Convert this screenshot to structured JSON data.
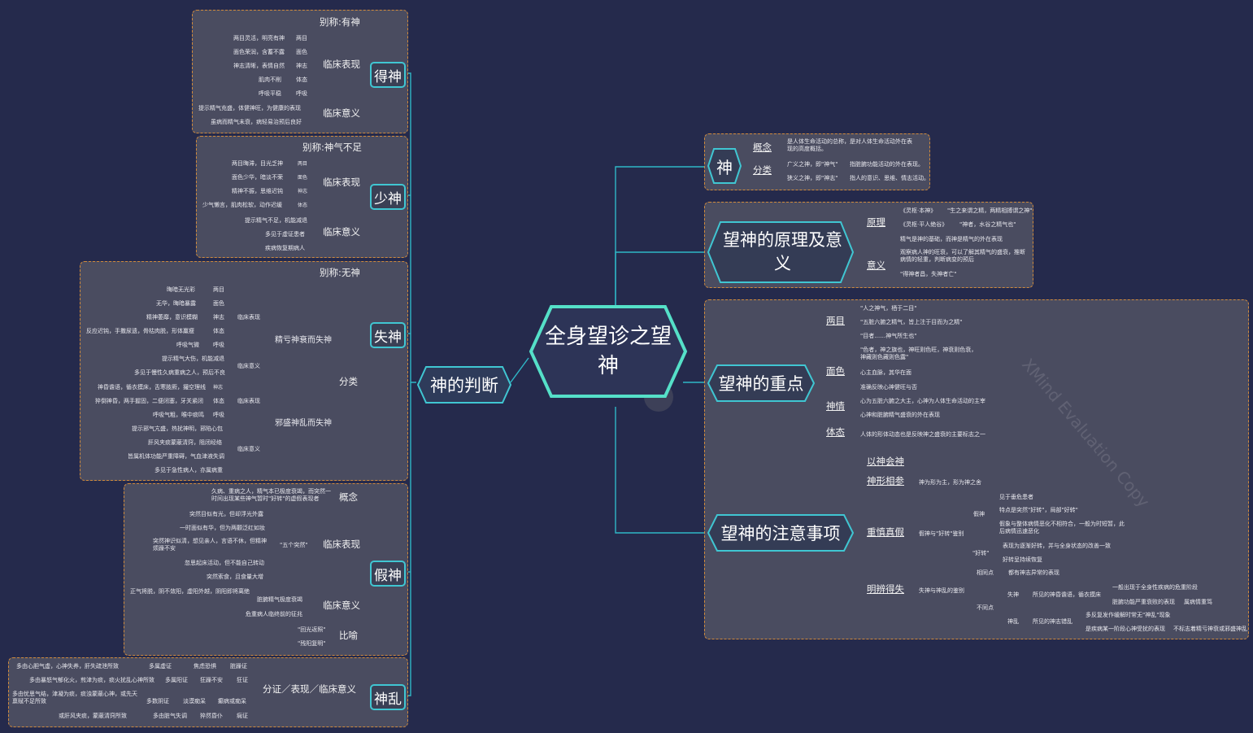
{
  "watermark": "XMind Evaluation Copy",
  "center": {
    "title": "全身望诊之望神"
  },
  "left": {
    "root": "神的判断",
    "de": {
      "label": "得神",
      "alias": "别称:有神",
      "clinical": "临床表现",
      "significance": "临床意义",
      "items": [
        {
          "text": "两目灵活，明亮有神",
          "tag": "两目"
        },
        {
          "text": "面色荣润，含蓄不露",
          "tag": "面色"
        },
        {
          "text": "神志清晰，表情自然",
          "tag": "神志"
        },
        {
          "text": "肌肉不削",
          "tag": "体态"
        },
        {
          "text": "呼吸平稳",
          "tag": "呼吸"
        }
      ],
      "sig1": "提示精气充盛，体健神旺，为健康的表现",
      "sig2": "虽病而精气未衰，病轻易治预后良好"
    },
    "shao": {
      "label": "少神",
      "alias": "别称:神气不足",
      "clinical": "临床表现",
      "significance": "临床意义",
      "items": [
        {
          "text": "两目晦滞，目光乏神",
          "tag": "两目"
        },
        {
          "text": "面色少华，暗淡不荣",
          "tag": "面色"
        },
        {
          "text": "精神不振，思维迟钝",
          "tag": "神志"
        },
        {
          "text": "少气懒言，肌肉松软，动作迟缓",
          "tag": "体态"
        }
      ],
      "sig1": "提示精气不足，机能减退",
      "sig2": "多见于虚证患者",
      "sig3": "疾病恢复期病人"
    },
    "shi": {
      "label": "失神",
      "alias": "别称:无神",
      "classify": "分类",
      "jingkui": "精亏神衰而失神",
      "xiesheng": "邪盛神乱而失神",
      "clinical": "临床表现",
      "significance": "临床意义",
      "jk_items": [
        {
          "text": "晦暗无光彩",
          "tag": "两目"
        },
        {
          "text": "无华，晦暗暴露",
          "tag": "面色"
        },
        {
          "text": "精神萎靡，意识模糊",
          "tag": "神志"
        },
        {
          "text": "反应迟钝，手撒尿遗，骨枯肉脱，形体羸瘦",
          "tag": "体态"
        },
        {
          "text": "呼吸气微",
          "tag": "呼吸"
        }
      ],
      "jk_sig1": "提示精气大伤，机能减退",
      "jk_sig2": "多见于慢性久病重病之人，预后不良",
      "xs_items": [
        {
          "text": "神昏谵语，循衣摸床，舌寒肢厥，撮空理线",
          "tag": "神志"
        },
        {
          "text": "猝倒神昏，两手握固，二便闭塞，牙关紧闭",
          "tag": "体态"
        },
        {
          "text": "呼吸气粗，喉中痰鸣",
          "tag": "呼吸"
        }
      ],
      "xs_sig1": "提示邪气亢盛，热扰神明，邪陷心包",
      "xs_sig2": "肝风夹痰蒙蔽清窍，阻闭经络",
      "xs_sig3": "皆属机体功能严重障碍，气血津液失调",
      "xs_sig4": "多见于急性病人，亦属病重"
    },
    "jia": {
      "label": "假神",
      "concept": "概念",
      "concept_text": "久病、重病之人，精气本已极度衰竭，而突然一时间出现某些神气暂时\"好转\"的虚假表现者",
      "clinical": "临床表现",
      "five": "\"五个突然\"",
      "items": [
        "突然目似有光，但却浮光外露",
        "一时面似有华，但为两颧泛红如妆",
        "突然神识似清，想见亲人，言语不休，但精神烦躁不安",
        "忽思起床活动，但不能自己转动",
        "突然索食，且食量大增"
      ],
      "significance": "临床意义",
      "sig_mid": "脏腑精气极度衰竭",
      "sig1": "正气将脱，阴不敛阳，虚阳外越，阴阳即将离绝",
      "sig2": "危重病人临终前的征兆",
      "metaphor": "比喻",
      "m1": "\"回光返照\"",
      "m2": "\"残阳复明\""
    },
    "luan": {
      "label": "神乱",
      "header": "分证／表现／临床意义",
      "rows": [
        {
          "cause": "多由心胆气虚，心神失养，肝失疏泄所致",
          "type": "多属虚证",
          "symptom": "焦虑恐惧",
          "disease": "脏躁证"
        },
        {
          "cause": "多由暴怒气郁化火，煎津为痰，痰火扰乱心神所致",
          "type": "多属阳证",
          "symptom": "狂躁不安",
          "disease": "狂证"
        },
        {
          "cause": "多由忧思气结，津凝为痰，痰浊蒙蔽心神，或先天禀赋不足所致",
          "type": "多数阴证",
          "symptom": "淡漠痴呆",
          "disease": "癫病或痴呆"
        },
        {
          "cause": "或肝风夹痰，蒙蔽清窍所致",
          "type": "多由脏气失调",
          "symptom": "猝然昏仆",
          "disease": "痫证"
        }
      ]
    }
  },
  "right": {
    "shen": {
      "label": "神",
      "concept": "概念",
      "concept_text": "是人体生命活动的总称，是对人体生命活动外在表现的高度概括。",
      "classify": "分类",
      "broad": "广义之神，即\"神气\"",
      "broad_desc": "指脏腑功能活动的外在表现。",
      "narrow": "狭义之神，即\"神志\"",
      "narrow_desc": "指人的意识、思维、情志活动。"
    },
    "principle": {
      "label": "望神的原理及意义",
      "yuanli": "原理",
      "q1_src": "《灵枢·本神》",
      "q1": "\"生之来谓之精，两精相搏谓之神\"",
      "q2_src": "《灵枢·平人绝谷》",
      "q2": "\"神者，水谷之精气也\"",
      "q3": "精气是神的基础，而神是精气的外在表现",
      "yiyi": "意义",
      "y1": "观察病人神的旺衰，可以了解其精气的盛衰，推断病情的轻重，判断病变的预后",
      "y2": "\"得神者昌，失神者亡\""
    },
    "focus": {
      "label": "望神的重点",
      "eyes": "两目",
      "eyes_items": [
        "\"人之神气，栖于二目\"",
        "\"五脏六腑之精气，皆上注于目而为之精\"",
        "\"目者……神气所生也\""
      ],
      "face": "面色",
      "face_items": [
        "\"色者，神之旗也，神旺则色旺，神衰则色衰，神藏则色藏则色露\"",
        "心主血脉，其华在面",
        "准确反映心神健旺与否"
      ],
      "mind": "神情",
      "mind_items": [
        "心为五脏六腑之大主，心神为人体生命活动的主宰",
        "心神和脏腑精气盛衰的外在表现"
      ],
      "body": "体态",
      "body_item": "人体的形体动态也是反映神之盛衰的主要标志之一"
    },
    "attention": {
      "label": "望神的注意事项",
      "a1": "以神会神",
      "a2": "神形相参",
      "a2_desc": "神为形为主，形为神之舍",
      "a3": "重慎真假",
      "a3_desc": "假神与\"好转\"鉴别",
      "jiashen": "假神",
      "js1": "见于垂危患者",
      "js2": "特点是突然\"好转\"，局部\"好转\"",
      "js3": "假象与整体病情恶化不相符合，一般为时短暂，此后病情迅速恶化",
      "haozhuan": "\"好转\"",
      "hz1": "表现为逐渐好转，并与全身状态的改善一致",
      "hz2": "好转呈持续恢复",
      "a4": "明辨得失",
      "a4_desc": "失神与神乱的鉴别",
      "same": "相同点",
      "same_desc": "都有神志异常的表现",
      "diff": "不同点",
      "shishen": "失神",
      "ss_desc": "所见的神昏谵语，循衣摸床",
      "ss1": "一般出现于全身性疾病的危重阶段",
      "ss2": "脏腑功能严重衰败的表现",
      "ss3": "属病情重笃",
      "shenluan": "神乱",
      "sl_desc": "所见的神志错乱",
      "sl1": "多反复发作缓解时常无\"神乱\"现象",
      "sl2": "是疾病某一阶段心神受扰的表现",
      "sl3": "不标志着精亏神衰或邪盛神乱"
    }
  }
}
